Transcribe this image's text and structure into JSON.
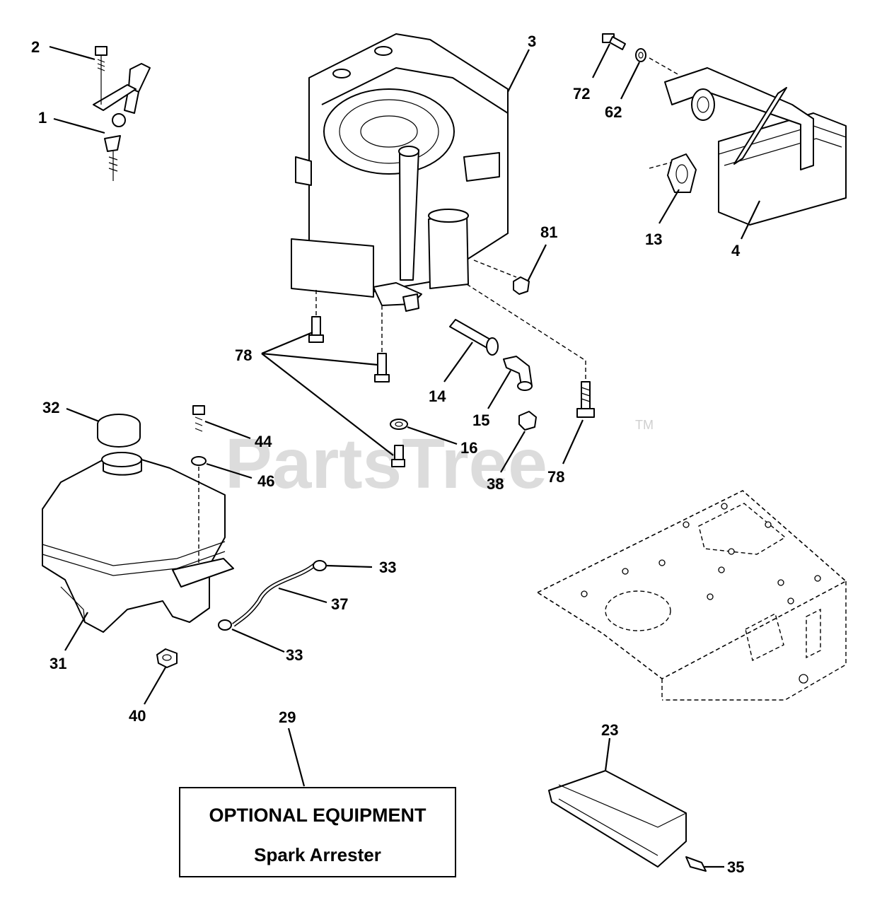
{
  "watermark": {
    "text": "PartsTree",
    "trademark": "TM"
  },
  "callouts": {
    "c1": "1",
    "c2": "2",
    "c3": "3",
    "c4": "4",
    "c13": "13",
    "c14": "14",
    "c15": "15",
    "c16": "16",
    "c23": "23",
    "c29": "29",
    "c31": "31",
    "c32": "32",
    "c33a": "33",
    "c33b": "33",
    "c35": "35",
    "c37": "37",
    "c38": "38",
    "c40": "40",
    "c44": "44",
    "c46": "46",
    "c62": "62",
    "c72": "72",
    "c78a": "78",
    "c78b": "78",
    "c81": "81"
  },
  "optional_box": {
    "line1": "OPTIONAL EQUIPMENT",
    "line2": "Spark Arrester"
  }
}
